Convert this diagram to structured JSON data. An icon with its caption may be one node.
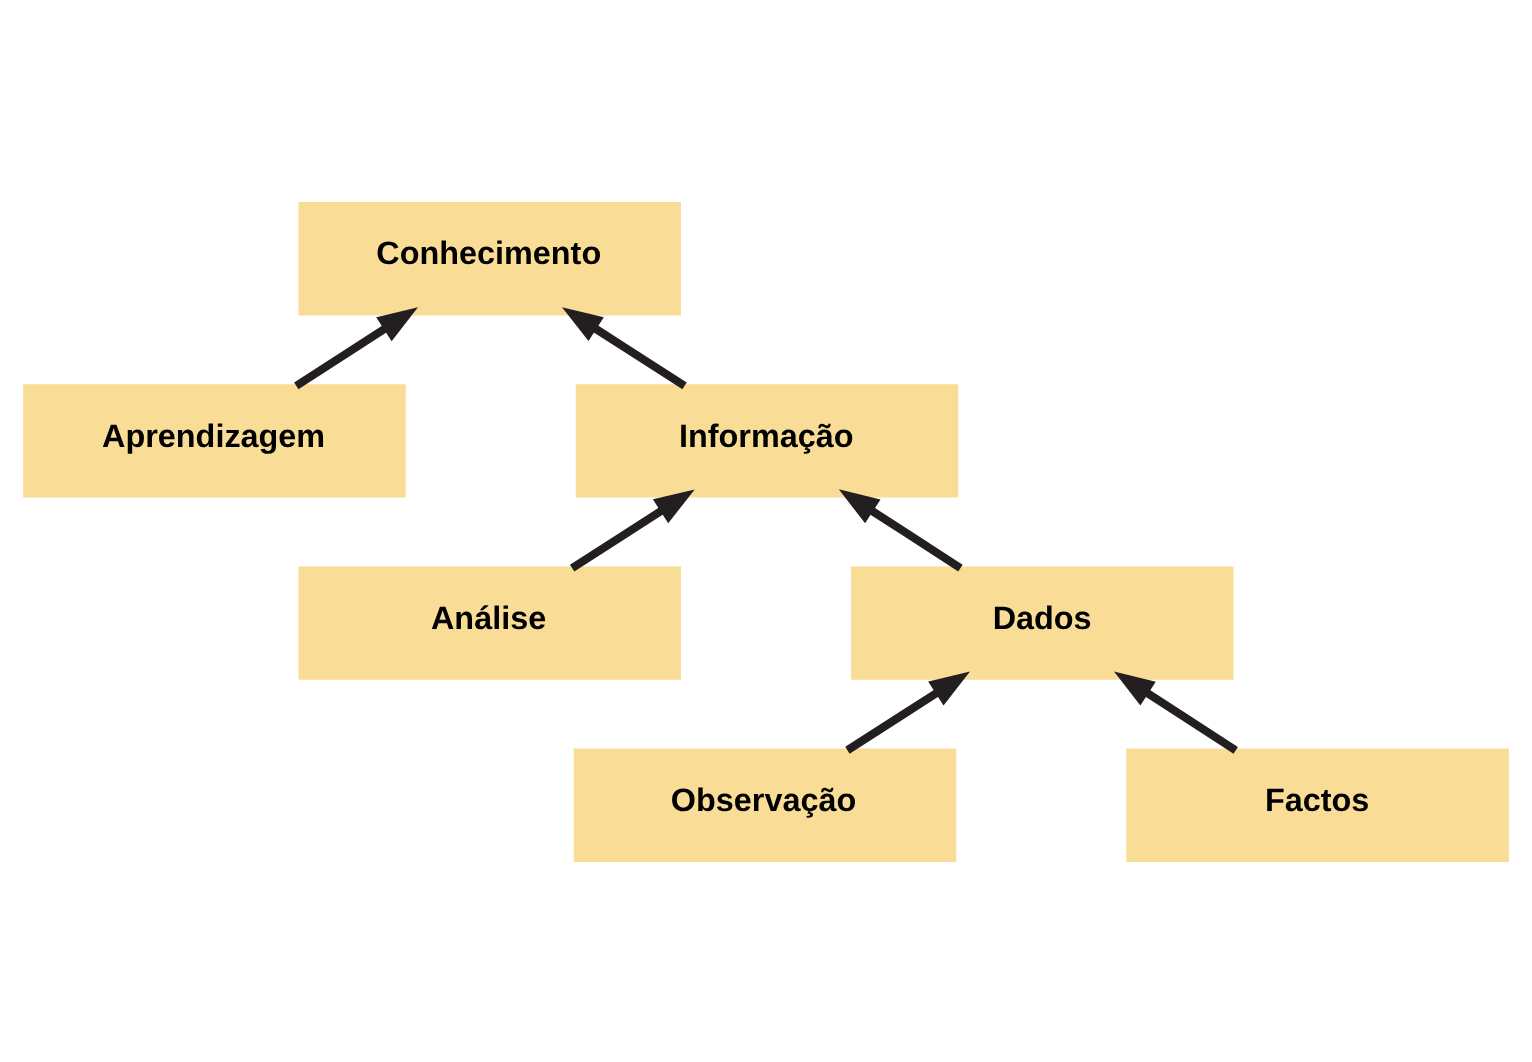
{
  "diagram": {
    "nodes": [
      {
        "text": [
          "Aprendizagem"
        ]
      },
      {
        "text": [
          "Análise"
        ]
      },
      {
        "text": [
          "Observação"
        ]
      },
      {
        "text": [
          "Conhecimento"
        ]
      },
      {
        "text": [
          "Informação"
        ]
      },
      {
        "text": [
          "Dados"
        ]
      },
      {
        "text": [
          "Factos"
        ]
      }
    ],
    "edges": [
      {
        "from": 0,
        "to": 3,
        "arrow": "to"
      },
      {
        "from": 4,
        "to": 3,
        "arrow": "to"
      },
      {
        "from": 1,
        "to": 4,
        "arrow": "to"
      },
      {
        "from": 5,
        "to": 4,
        "arrow": "to"
      },
      {
        "from": 2,
        "to": 5,
        "arrow": "to"
      },
      {
        "from": 6,
        "to": 5,
        "arrow": "to"
      }
    ]
  }
}
